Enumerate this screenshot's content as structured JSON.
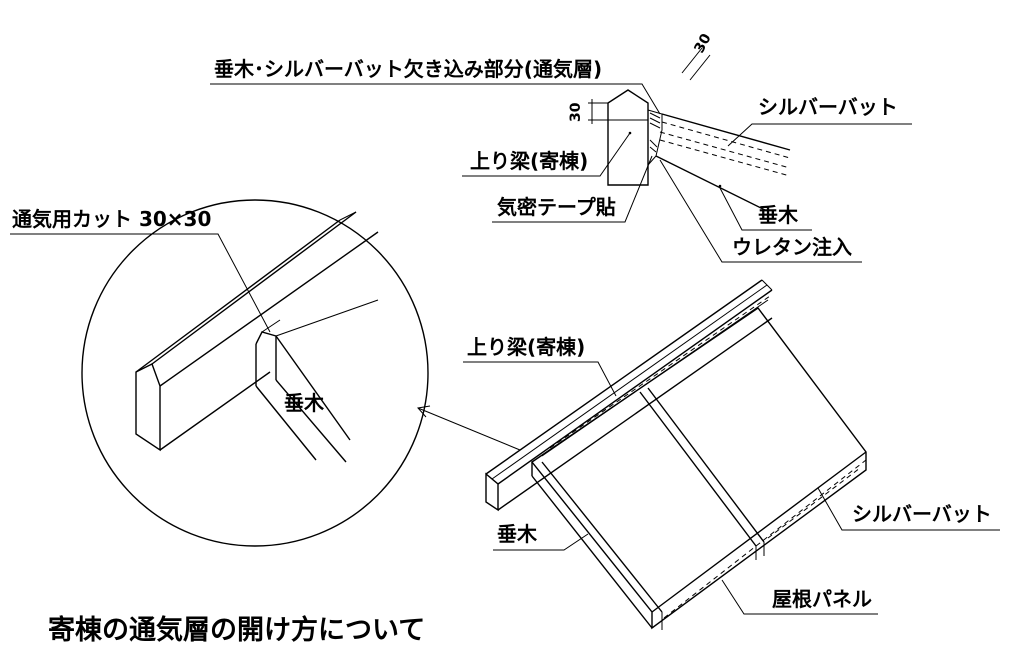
{
  "title": "寄棟の通気層の開け方について",
  "section_detail": {
    "labels": {
      "notch": "垂木･シルバーバット欠き込み部分(通気層)",
      "silver_batt": "シルバーバット",
      "ridge_beam": "上り梁(寄棟)",
      "airtight_tape": "気密テープ貼",
      "rafter": "垂木",
      "urethane": "ウレタン注入"
    },
    "dims": {
      "top": "30",
      "side": "30"
    }
  },
  "magnified_detail": {
    "labels": {
      "vent_cut": "通気用カット 30×30",
      "rafter": "垂木"
    }
  },
  "roof_view": {
    "labels": {
      "ridge_beam": "上り梁(寄棟)",
      "rafter": "垂木",
      "silver_batt": "シルバーバット",
      "roof_panel": "屋根パネル"
    }
  }
}
